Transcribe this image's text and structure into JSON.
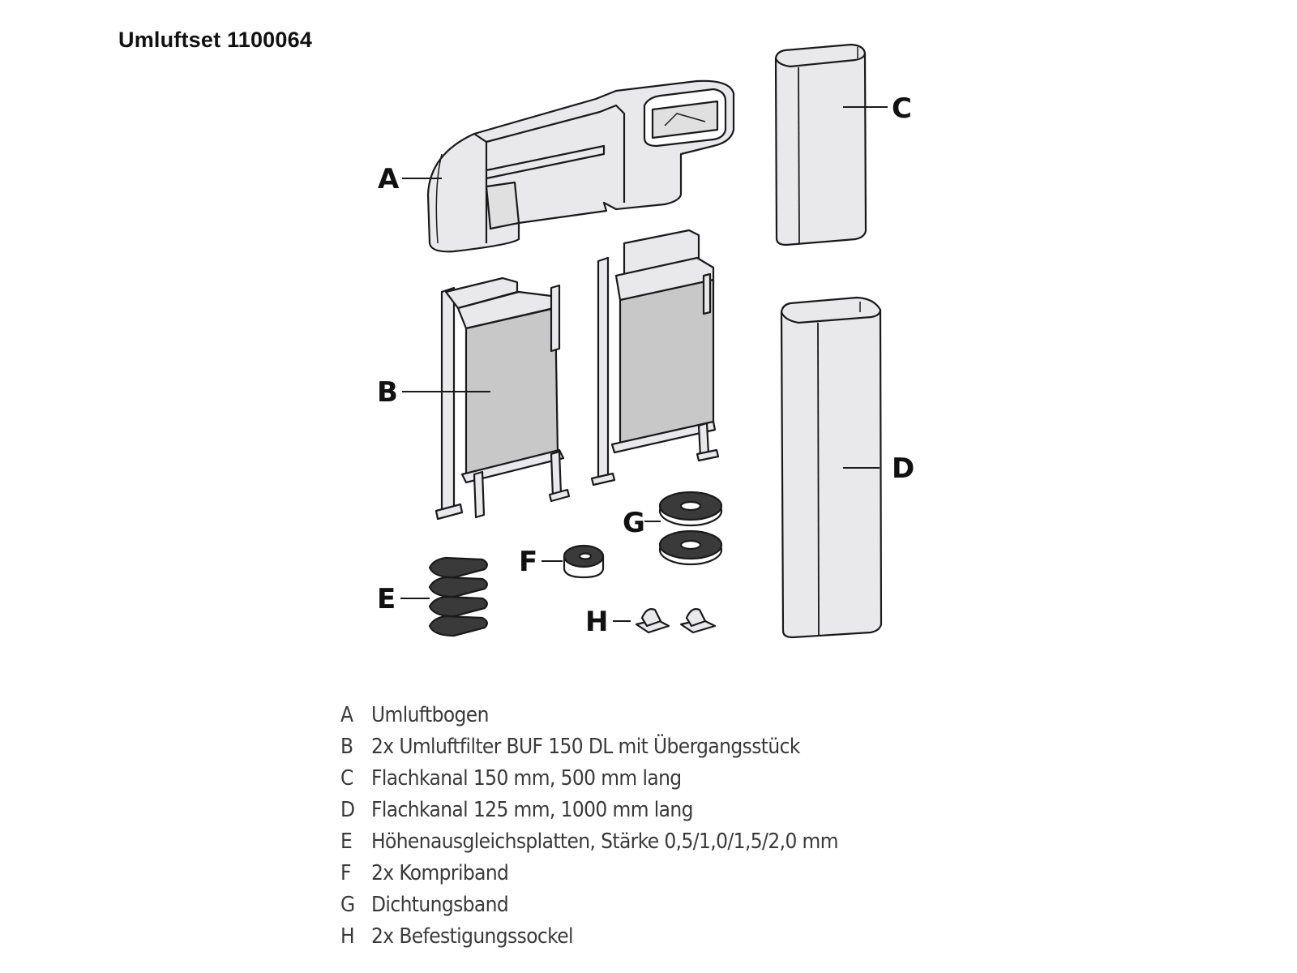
{
  "title": "Umluftset 1100064",
  "callouts": {
    "A": "A",
    "B": "B",
    "C": "C",
    "D": "D",
    "E": "E",
    "F": "F",
    "G": "G",
    "H": "H"
  },
  "parts": [
    {
      "letter": "A",
      "text": "Umluftbogen"
    },
    {
      "letter": "B",
      "text": "2x Umluftfilter BUF 150 DL mit Übergangsstück"
    },
    {
      "letter": "C",
      "text": "Flachkanal 150 mm, 500 mm lang"
    },
    {
      "letter": "D",
      "text": "Flachkanal 125 mm, 1000 mm lang"
    },
    {
      "letter": "E",
      "text": "Höhenausgleichsplatten, Stärke 0,5/1,0/1,5/2,0 mm"
    },
    {
      "letter": "F",
      "text": "2x Kompriband"
    },
    {
      "letter": "G",
      "text": "Dichtungsband"
    },
    {
      "letter": "H",
      "text": "2x Befestigungssockel"
    }
  ],
  "colors": {
    "part_fill": "#e9e9eb",
    "filter_fill": "#c8c8c8",
    "outline": "#1a1a1a",
    "tape_fill": "#3a3a3a"
  }
}
